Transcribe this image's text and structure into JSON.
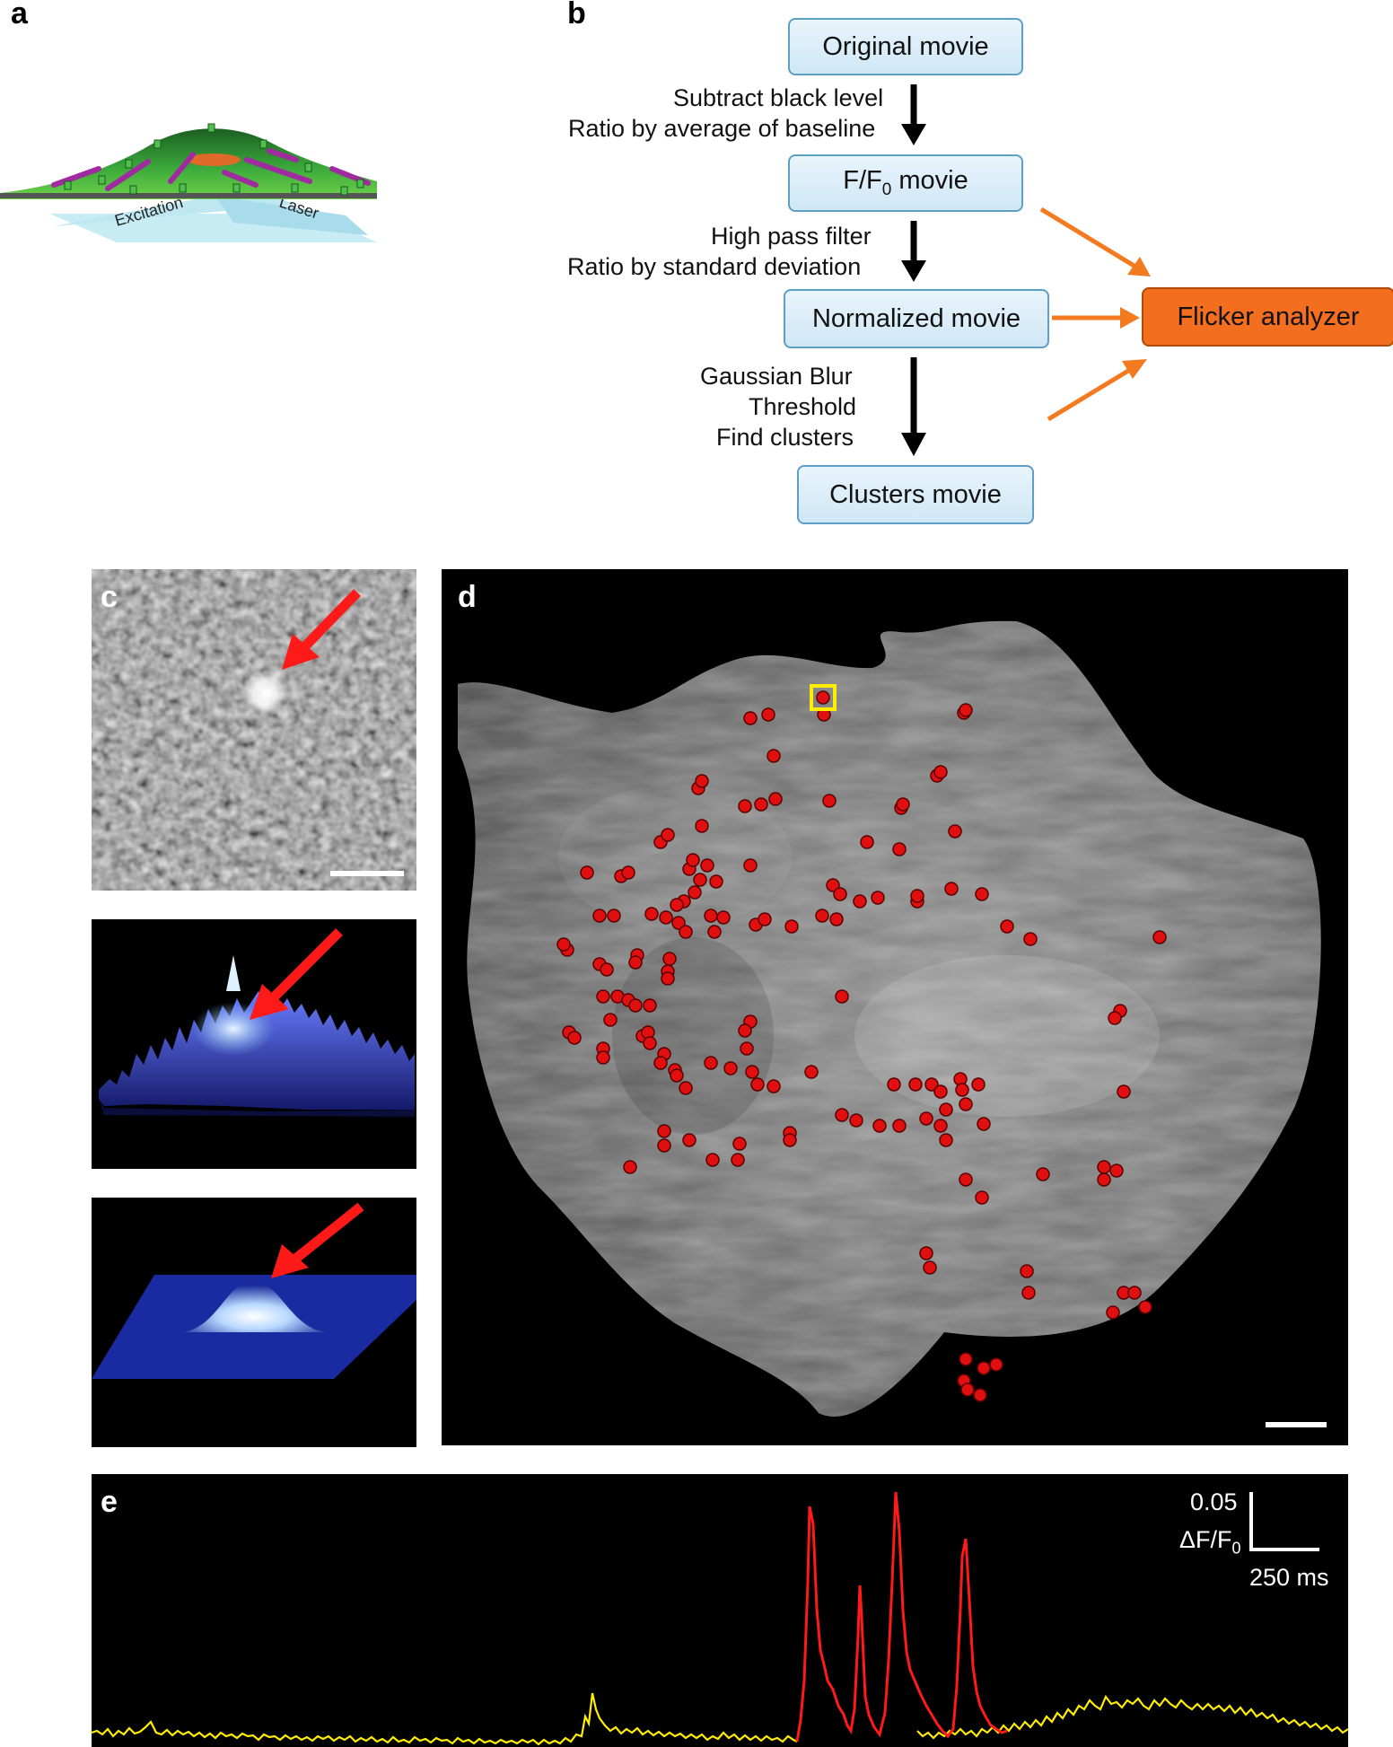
{
  "panels": {
    "a": {
      "letter": "a",
      "labels": {
        "excitation": "Excitation",
        "laser": "Laser"
      }
    },
    "b": {
      "letter": "b",
      "boxes": {
        "original": "Original movie",
        "f_f0_main": "F/F",
        "f_f0_sub": "0",
        "f_f0_tail": " movie",
        "normalized": "Normalized movie",
        "clusters": "Clusters movie",
        "flicker": "Flicker analyzer"
      },
      "steps": {
        "s1a": "Subtract black level",
        "s1b": "Ratio by average of baseline",
        "s2a": "High pass filter",
        "s2b": "Ratio by standard deviation",
        "s3a": "Gaussian Blur",
        "s3b": "Threshold",
        "s3c": "Find clusters"
      },
      "colors": {
        "box_fill": "#d6ecf8",
        "box_border": "#5f9ec5",
        "flicker_fill": "#f36f1f",
        "arrow_orange": "#f47a20"
      }
    },
    "c": {
      "letter": "c"
    },
    "d": {
      "letter": "d",
      "marker_color": "#e01010",
      "highlight_color": "#ffee00"
    },
    "e": {
      "letter": "e",
      "scale_y_value": "0.05",
      "scale_y_unit_main": "ΔF/F",
      "scale_y_unit_sub": "0",
      "scale_x": "250 ms",
      "trace_color": "#ffee00",
      "event_color": "#ff1a1a"
    }
  }
}
